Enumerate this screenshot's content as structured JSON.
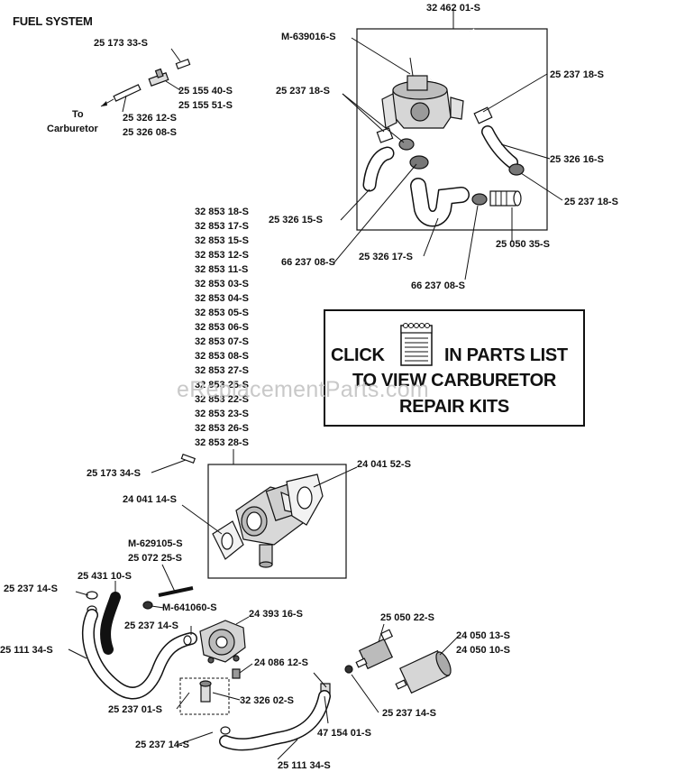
{
  "header": {
    "title": "FUEL SYSTEM"
  },
  "click_box": {
    "word1": "CLICK",
    "word2": "IN PARTS LIST",
    "line2": "TO VIEW CARBURETOR",
    "line3": "REPAIR KITS"
  },
  "watermark": "eReplacementParts.com",
  "labels": {
    "p3246201": "32 462 01-S",
    "m639016": "M-639016-S",
    "p2517333": "25 173 33-S",
    "p2515540": "25 155 40-S",
    "p2515551": "25 155 51-S",
    "to": "To",
    "carburetor": "Carburetor",
    "p2532612": "25 326 12-S",
    "p2532608": "25 326  08-S",
    "p2523718a": "25 237 18-S",
    "p2523718b": "25 237 18-S",
    "p2532616": "25 326 16-S",
    "p2523718c": "25 237 18-S",
    "p2532615": "25 326 15-S",
    "p2505035": "25 050 35-S",
    "p6623708a": "66 237 08-S",
    "p2532617": "25 326 17-S",
    "p6623708b": "66 237 08-S",
    "p2517334": "25 173 34-S",
    "p2404152": "24 041 52-S",
    "p2404114": "24 041 14-S",
    "m629105": "M-629105-S",
    "p2507225": "25 072 25-S",
    "p2523714a": "25 237 14-S",
    "p2543110": "25 431 10-S",
    "m641060": "M-641060-S",
    "p2439316": "24 393 16-S",
    "p2523714b": "25 237 14-S",
    "p2511134a": "25 111 34-S",
    "p2505022": "25 050 22-S",
    "p2405013": "24 050 13-S",
    "p2405010": "24 050 10-S",
    "p2408612": "24 086 12-S",
    "p2523701": "25 237 01-S",
    "p3232602": "32 326 02-S",
    "p2523714c": "25 237 14-S",
    "p4715401": "47 154 01-S",
    "p2523714d": "25 237 14-S",
    "p2511134b": "25 111 34-S"
  },
  "carb_list": [
    "32 853 18-S",
    "32 853 17-S",
    "32 853 15-S",
    "32 853 12-S",
    "32 853 11-S",
    "32 853 03-S",
    "32 853 04-S",
    "32 853 05-S",
    "32 853 06-S",
    "32 853 07-S",
    "32 853 08-S",
    "32 853 27-S",
    "32 853 25-S",
    "32 853 22-S",
    "32 853 23-S",
    "32 853 26-S",
    "32 853 28-S"
  ]
}
